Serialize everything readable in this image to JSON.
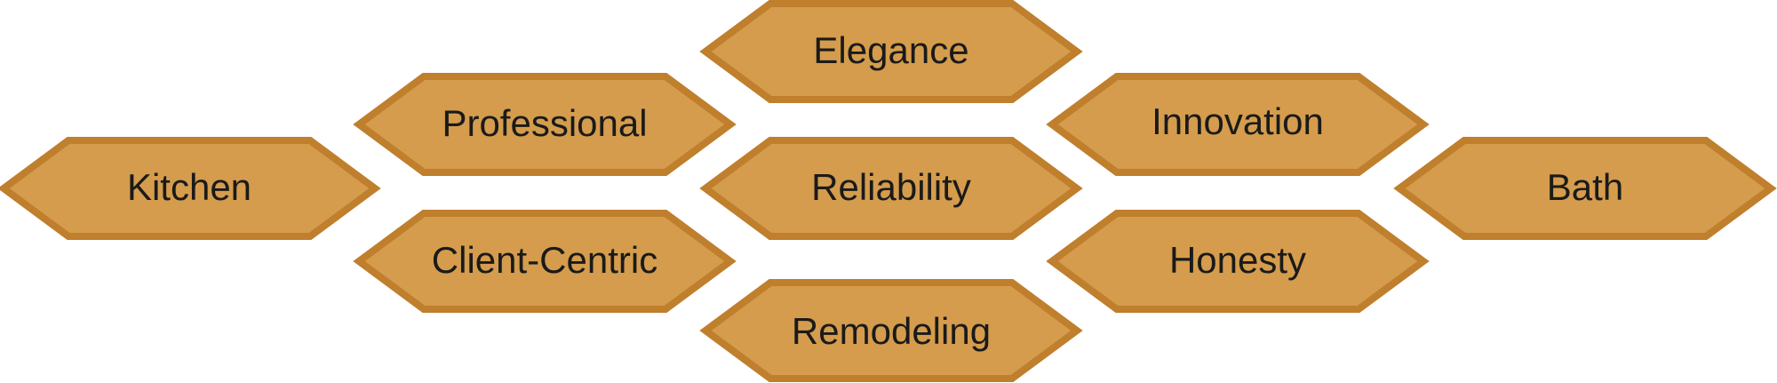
{
  "colors": {
    "fill": "#D49C4C",
    "stroke": "#BF7F2C",
    "text": "#1a1a1a",
    "background": "#FFFFFF"
  },
  "nodes": [
    {
      "id": "elegance",
      "label": "Elegance"
    },
    {
      "id": "professional",
      "label": "Professional"
    },
    {
      "id": "innovation",
      "label": "Innovation"
    },
    {
      "id": "kitchen",
      "label": "Kitchen"
    },
    {
      "id": "reliability",
      "label": "Reliability"
    },
    {
      "id": "bath",
      "label": "Bath"
    },
    {
      "id": "client-centric",
      "label": "Client-Centric"
    },
    {
      "id": "honesty",
      "label": "Honesty"
    },
    {
      "id": "remodeling",
      "label": "Remodeling"
    }
  ]
}
